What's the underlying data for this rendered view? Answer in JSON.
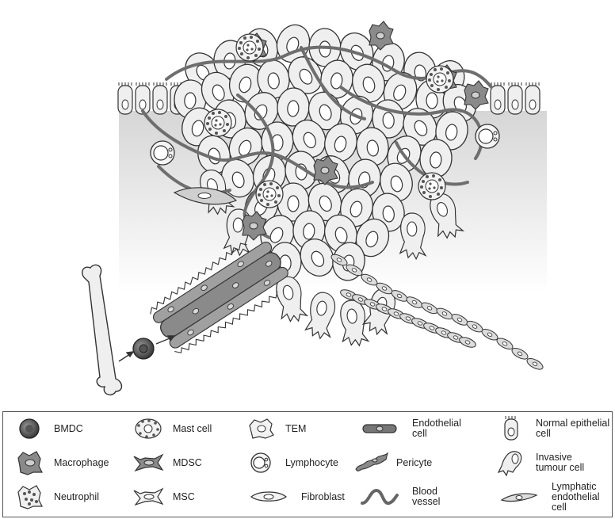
{
  "legend": {
    "items": [
      {
        "label": "BMDC",
        "icon": "bmdc-icon"
      },
      {
        "label": "Mast cell",
        "icon": "mast-cell-icon"
      },
      {
        "label": "TEM",
        "icon": "tem-icon"
      },
      {
        "label": "Endothelial\ncell",
        "icon": "endothelial-cell-icon"
      },
      {
        "label": "Normal epithelial\ncell",
        "icon": "normal-epithelial-cell-icon"
      },
      {
        "label": "Macrophage",
        "icon": "macrophage-icon"
      },
      {
        "label": "MDSC",
        "icon": "mdsc-icon"
      },
      {
        "label": "Lymphocyte",
        "icon": "lymphocyte-icon"
      },
      {
        "label": "Pericyte",
        "icon": "pericyte-icon"
      },
      {
        "label": "Invasive\ntumour cell",
        "icon": "invasive-tumour-cell-icon"
      },
      {
        "label": "Neutrophil",
        "icon": "neutrophil-icon"
      },
      {
        "label": "MSC",
        "icon": "msc-icon"
      },
      {
        "label": "Fibroblast",
        "icon": "fibroblast-icon"
      },
      {
        "label": "Blood\nvessel",
        "icon": "blood-vessel-icon"
      },
      {
        "label": "Lymphatic\nendothelial cell",
        "icon": "lymphatic-endothelial-cell-icon"
      }
    ]
  },
  "colors": {
    "cell_fill": "#efefef",
    "cell_stroke": "#333333",
    "dark_cell": "#7a7a7a",
    "stroma_gradient_top": "#d9d9d9",
    "stroma_gradient_bottom": "#ffffff",
    "vessel": "#6e6e6e"
  }
}
